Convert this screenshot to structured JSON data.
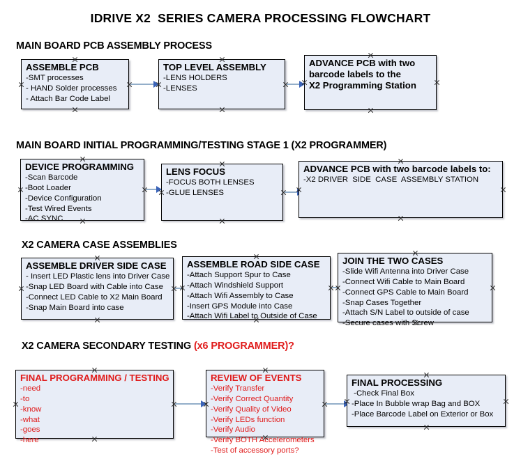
{
  "document": {
    "title": "IDRIVE X2  SERIES CAMERA PROCESSING FLOWCHART"
  },
  "colors": {
    "box_fill": "#e8edf7",
    "box_border": "#000000",
    "text": "#000000",
    "accent_red": "#e01b1b",
    "arrow_shaft": "#93aec9",
    "arrow_head": "#3a63b8"
  },
  "sections": [
    {
      "heading": "MAIN BOARD PCB ASSEMBLY PROCESS",
      "heading_accent": "",
      "nodes": [
        {
          "title": "ASSEMBLE PCB",
          "lines": [
            "-SMT processes",
            "- HAND Solder processes",
            "- Attach Bar Code Label"
          ]
        },
        {
          "title": "TOP LEVEL ASSEMBLY",
          "lines": [
            "-LENS HOLDERS",
            "-LENSES"
          ]
        },
        {
          "title": "ADVANCE PCB with two\nbarcode labels to the\n X2 Programming Station",
          "lines": []
        }
      ]
    },
    {
      "heading": "MAIN BOARD INITIAL PROGRAMMING/TESTING STAGE 1 (X2 PROGRAMMER)",
      "heading_accent": "",
      "nodes": [
        {
          "title": "DEVICE PROGRAMMING",
          "lines": [
            "-Scan Barcode",
            "-Boot Loader",
            "-Device Configuration",
            "-Test Wired Events",
            "-AC SYNC"
          ]
        },
        {
          "title": "LENS FOCUS",
          "lines": [
            "-FOCUS BOTH LENSES",
            "-GLUE LENSES"
          ]
        },
        {
          "title": "ADVANCE PCB with two barcode labels to:",
          "lines": [
            "-X2 DRIVER  SIDE  CASE  ASSEMBLY STATION"
          ]
        }
      ]
    },
    {
      "heading": "X2 CAMERA CASE ASSEMBLIES",
      "heading_accent": "",
      "nodes": [
        {
          "title": "ASSEMBLE DRIVER SIDE CASE",
          "lines": [
            "- Insert LED Plastic lens into Driver Case",
            "-Snap LED Board with Cable into Case",
            "-Connect LED Cable to X2 Main Board",
            "-Snap Main Board into case"
          ]
        },
        {
          "title": "ASSEMBLE ROAD SIDE CASE",
          "lines": [
            "-Attach Support Spur to Case",
            "-Attach Windshield Support",
            "-Attach Wifi Assembly to Case",
            "-Insert GPS Module into Case",
            "-Attach Wifi Label to Outside of Case"
          ]
        },
        {
          "title": "JOIN THE TWO CASES",
          "lines": [
            "-Slide Wifi Antenna into Driver Case",
            "-Connect Wifi Cable to Main Board",
            "-Connect GPS Cable to Main Board",
            "-Snap Cases Together",
            "-Attach S/N Label to outside of case",
            "-Secure cases with Screw"
          ]
        }
      ]
    },
    {
      "heading": "X2 CAMERA SECONDARY TESTING ",
      "heading_accent": "(x6 PROGRAMMER)?",
      "nodes": [
        {
          "title": "FINAL PROGRAMMING / TESTING",
          "lines": [
            "-need",
            "-to",
            "-know",
            "-what",
            "-goes",
            "-here"
          ]
        },
        {
          "title": "REVIEW OF EVENTS",
          "lines": [
            "-Verify Transfer",
            "-Verify Correct Quantity",
            "-Verify Quality of Video",
            "-Verify LEDs function",
            "-Verify Audio",
            "-Verify BOTH Accelerometers",
            "-Test of accessory ports?"
          ]
        },
        {
          "title": "FINAL PROCESSING",
          "lines": [
            " -Check Final Box",
            "-Place In Bubble wrap Bag and BOX",
            "-Place Barcode Label on Exterior or Box"
          ]
        }
      ]
    }
  ]
}
